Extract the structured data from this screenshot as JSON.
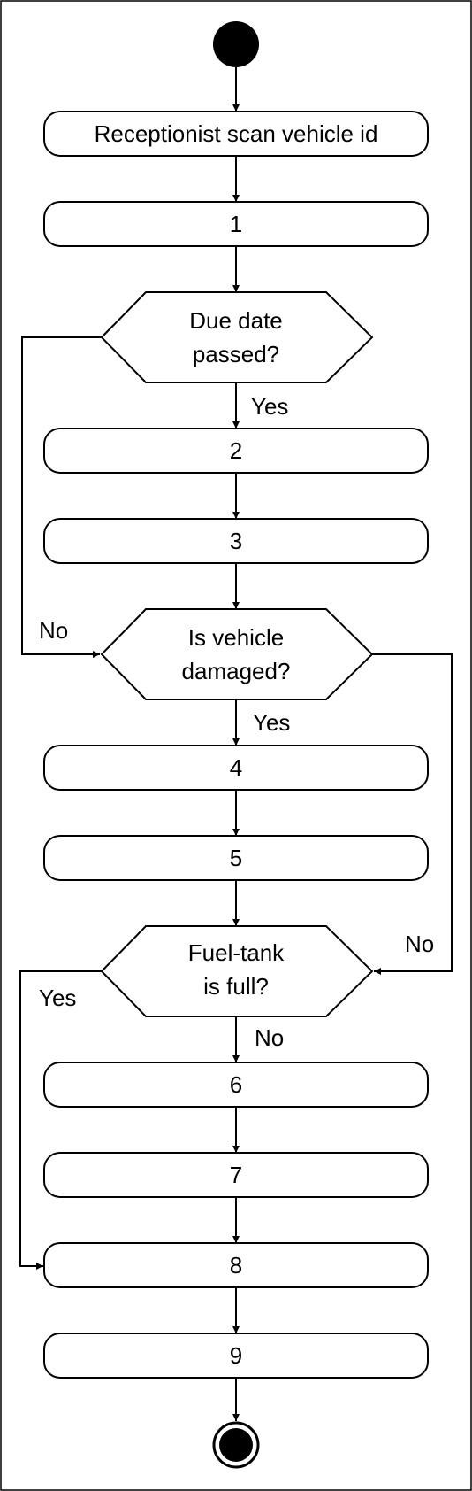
{
  "activities": {
    "scan": "Receptionist scan vehicle id",
    "a1": "1",
    "a2": "2",
    "a3": "3",
    "a4": "4",
    "a5": "5",
    "a6": "6",
    "a7": "7",
    "a8": "8",
    "a9": "9"
  },
  "decisions": {
    "due_date": [
      "Due date",
      "passed?"
    ],
    "damaged": [
      "Is vehicle",
      "damaged?"
    ],
    "fuel": [
      "Fuel-tank",
      "is full?"
    ]
  },
  "labels": {
    "due_yes": "Yes",
    "due_no": "No",
    "damaged_yes": "Yes",
    "damaged_no": "No",
    "fuel_yes": "Yes",
    "fuel_no": "No"
  },
  "colors": {
    "stroke": "#000000",
    "fill": "#ffffff"
  }
}
